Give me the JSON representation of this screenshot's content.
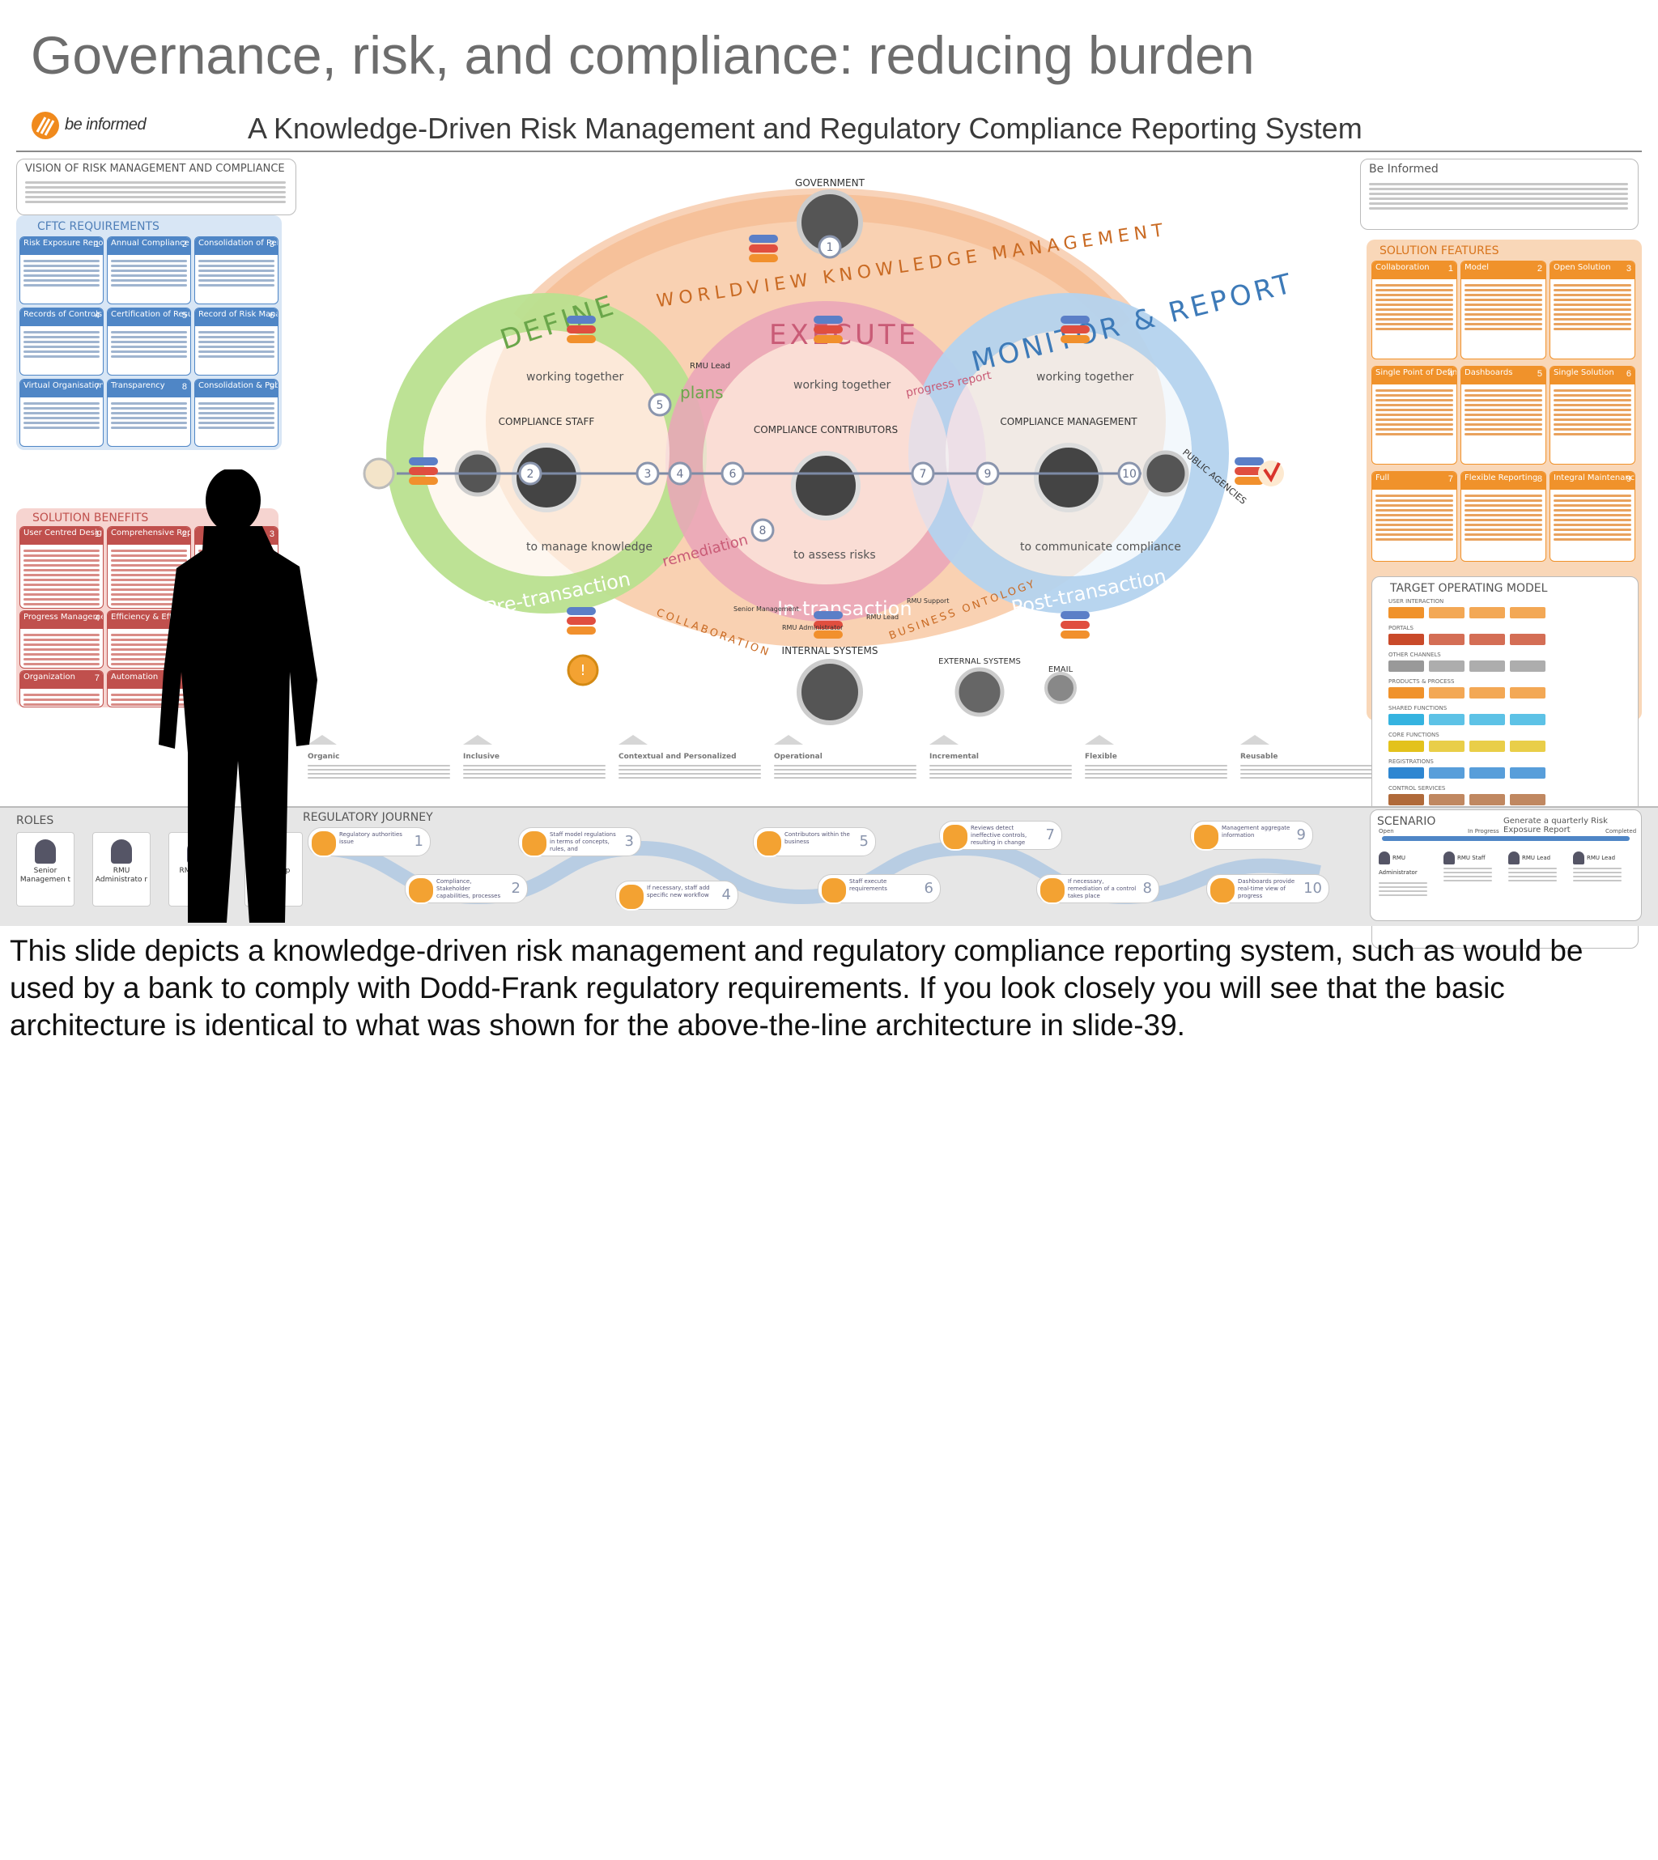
{
  "slide": {
    "title": "Governance, risk, and compliance: reducing burden",
    "logo_text": "be informed",
    "subtitle": "A Knowledge-Driven Risk Management and Regulatory Compliance Reporting System"
  },
  "left_panel": {
    "vision_title": "VISION OF RISK MANAGEMENT AND COMPLIANCE",
    "cftc_title": "CFTC REQUIREMENTS",
    "cftc_cards": [
      {
        "label": "Risk Exposure Reports (REBs)",
        "num": "1"
      },
      {
        "label": "Annual Compliance Certification",
        "num": "2"
      },
      {
        "label": "Consolidation of Relevant Risk Policies",
        "num": "3"
      },
      {
        "label": "Records of Controls",
        "num": "4"
      },
      {
        "label": "Certification of Results",
        "num": "5"
      },
      {
        "label": "Record of Risk Management",
        "num": "6"
      },
      {
        "label": "Virtual Organisation & Collaboration",
        "num": "7"
      },
      {
        "label": "Transparency",
        "num": "8"
      },
      {
        "label": "Consolidation & Publication",
        "num": "9"
      }
    ],
    "benefits_title": "SOLUTION BENEFITS",
    "benefit_cards": [
      {
        "label": "User Centred Design",
        "num": "1"
      },
      {
        "label": "Comprehensive Reporting",
        "num": "2"
      },
      {
        "label": "",
        "num": "3"
      },
      {
        "label": "Progress Management",
        "num": "4"
      },
      {
        "label": "Efficiency & Effectiveness",
        "num": ""
      },
      {
        "label": "Organization",
        "num": "7"
      },
      {
        "label": "Automation",
        "num": "8"
      }
    ],
    "roles_title": "ROLES",
    "roles": [
      "Senior Managemen t",
      "RMU Administrato r",
      "RMU Lead",
      "RMU Sup"
    ]
  },
  "center": {
    "arc_text": "WORLDVIEW KNOWLEDGE MANAGEMENT",
    "phases": [
      "DEFINE",
      "EXECUTE",
      "MONITOR & REPORT"
    ],
    "sub_phases": [
      "Pre-transaction",
      "In-transaction",
      "Post-transaction"
    ],
    "working_together": "working together",
    "to_manage": "to manage knowledge",
    "to_assess": "to assess risks",
    "to_communicate": "to communicate compliance",
    "plans": "plans",
    "remediation": "remediation",
    "progress_report": "progress report",
    "collaboration": "COLLABORATION",
    "ontology": "BUSINESS ONTOLOGY",
    "compliance_staff": "COMPLIANCE STAFF",
    "compliance_contributors": "COMPLIANCE CONTRIBUTORS",
    "compliance_management": "COMPLIANCE MANAGEMENT",
    "government": "GOVERNMENT",
    "public_agencies": "PUBLIC AGENCIES",
    "internal_systems": "INTERNAL SYSTEMS",
    "external_systems": "EXTERNAL SYSTEMS",
    "email": "EMAIL",
    "steps": [
      "1",
      "2",
      "3",
      "4",
      "5",
      "6",
      "7",
      "8",
      "9",
      "10"
    ],
    "people": [
      "RMU Lead",
      "Senior Management",
      "RMU Administrator",
      "RMU Lead",
      "RMU Support"
    ]
  },
  "principles": [
    "Organic",
    "Inclusive",
    "Contextual and Personalized",
    "Operational",
    "Incremental",
    "Flexible",
    "Reusable"
  ],
  "journey": {
    "title": "REGULATORY JOURNEY",
    "steps": [
      {
        "num": "1",
        "text": "Regulatory authorities issue"
      },
      {
        "num": "2",
        "text": "Compliance, Stakeholder capabilities, processes"
      },
      {
        "num": "3",
        "text": "Staff model regulations in terms of concepts, rules, and"
      },
      {
        "num": "4",
        "text": "If necessary, staff add specific new workflow"
      },
      {
        "num": "5",
        "text": "Contributors within the business"
      },
      {
        "num": "6",
        "text": "Staff execute requirements"
      },
      {
        "num": "7",
        "text": "Reviews detect ineffective controls, resulting in change"
      },
      {
        "num": "8",
        "text": "If necessary, remediation of a control takes place"
      },
      {
        "num": "9",
        "text": "Management aggregate information"
      },
      {
        "num": "10",
        "text": "Dashboards provide real-time view of progress"
      }
    ]
  },
  "right_panel": {
    "be_informed_title": "Be Informed",
    "features_title": "SOLUTION FEATURES",
    "feature_cards": [
      {
        "label": "Collaboration",
        "num": "1"
      },
      {
        "label": "Model",
        "num": "2"
      },
      {
        "label": "Open Solution",
        "num": "3"
      },
      {
        "label": "Single Point of Definition",
        "num": "4"
      },
      {
        "label": "Dashboards",
        "num": "5"
      },
      {
        "label": "Single Solution",
        "num": "6"
      },
      {
        "label": "Full",
        "num": "7"
      },
      {
        "label": "Flexible Reporting",
        "num": "8"
      },
      {
        "label": "Integral Maintenance",
        "num": "9"
      }
    ],
    "tom_title": "TARGET OPERATING MODEL",
    "tom_sections": [
      "USER INTERACTION",
      "PORTALS",
      "OTHER CHANNELS",
      "PRODUCTS & PROCESS",
      "SHARED FUNCTIONS",
      "CORE FUNCTIONS",
      "REGISTRATIONS",
      "CONTROL SERVICES"
    ],
    "scenario_title": "SCENARIO",
    "scenario_subtitle": "Generate a quarterly Risk Exposure Report",
    "scenario_stages": [
      "Open",
      "In Progress",
      "Completed"
    ],
    "scenario_roles": [
      "RMU Administrator",
      "RMU Staff",
      "RMU Lead",
      "RMU Lead"
    ]
  },
  "caption": "This slide depicts a knowledge-driven risk management and regulatory compliance reporting system, such as would be used by a bank to comply with Dodd-Frank regulatory requirements. If you look closely you will see that the basic architecture is identical to what was shown for the above-the-line architecture in slide-39.",
  "colors": {
    "blue": "#4f86c6",
    "orange": "#f0922b",
    "red": "#d9534f",
    "green": "#9fcf6a",
    "pink": "#e7a7b7",
    "lightblue": "#a9cbe8",
    "title_gray": "#6d6d6d"
  }
}
